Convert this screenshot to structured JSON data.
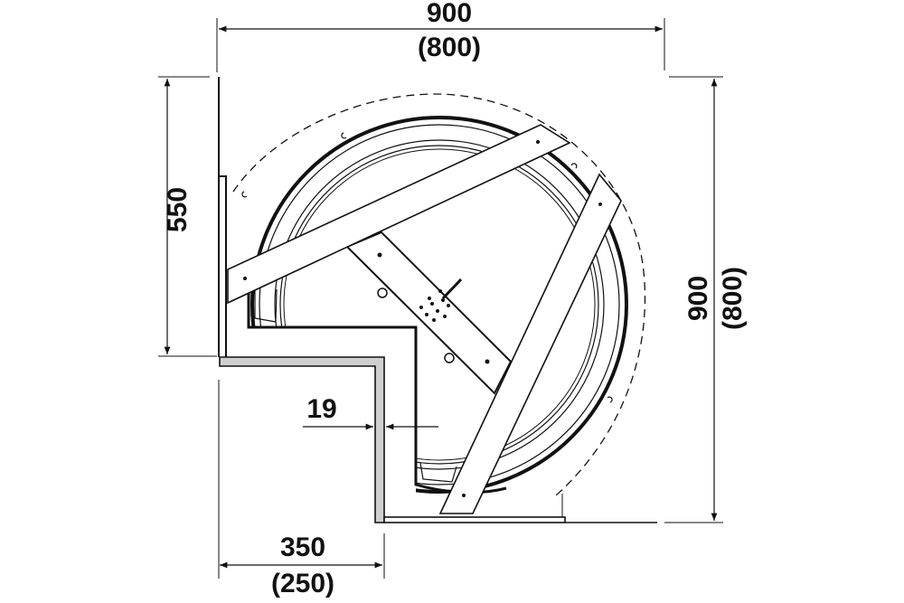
{
  "dimensions": {
    "top_width": {
      "value": "900",
      "alt": "(800)"
    },
    "left_depth": {
      "value": "550"
    },
    "right_depth": {
      "value": "900",
      "alt": "(800)"
    },
    "panel_thickness": {
      "value": "19"
    },
    "bottom_width": {
      "value": "350",
      "alt": "(250)"
    }
  },
  "colors": {
    "line": "#111111",
    "panel": "#cfcfcf",
    "background": "#ffffff"
  }
}
